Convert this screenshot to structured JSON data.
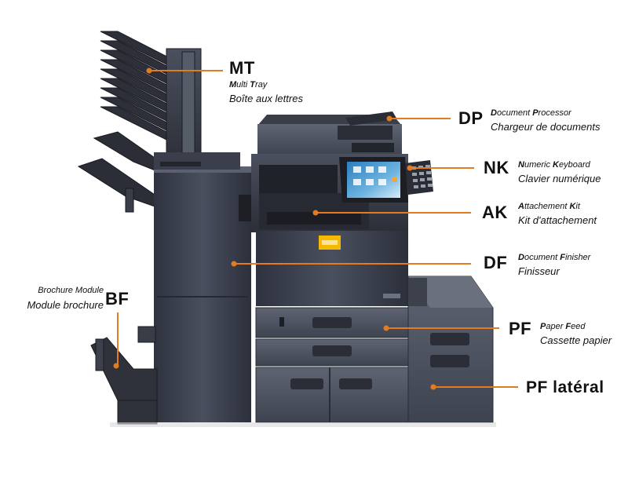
{
  "accent_color": "#e47b1f",
  "body_color": "#3c4150",
  "labels": {
    "mt": {
      "code": "MT",
      "en_html": "<b>M</b>ulti <b>T</b>ray",
      "fr": "Boîte aux lettres"
    },
    "dp": {
      "code": "DP",
      "en_html": "<b>D</b>ocument <b>P</b>rocessor",
      "fr": "Chargeur de documents"
    },
    "nk": {
      "code": "NK",
      "en_html": "<b>N</b>umeric <b>K</b>eyboard",
      "fr": "Clavier numérique"
    },
    "ak": {
      "code": "AK",
      "en_html": "<b>A</b>ttachement <b>K</b>it",
      "fr": "Kit d'attachement"
    },
    "df": {
      "code": "DF",
      "en_html": "<b>D</b>ocument <b>F</b>inisher",
      "fr": "Finisseur"
    },
    "bf": {
      "code": "BF",
      "en": "Brochure Module",
      "fr": "Module brochure"
    },
    "pf": {
      "code": "PF",
      "en_html": "<b>P</b>aper <b>F</b>eed",
      "fr": "Cassette papier"
    },
    "pf_lateral": {
      "code": "PF latéral"
    }
  }
}
